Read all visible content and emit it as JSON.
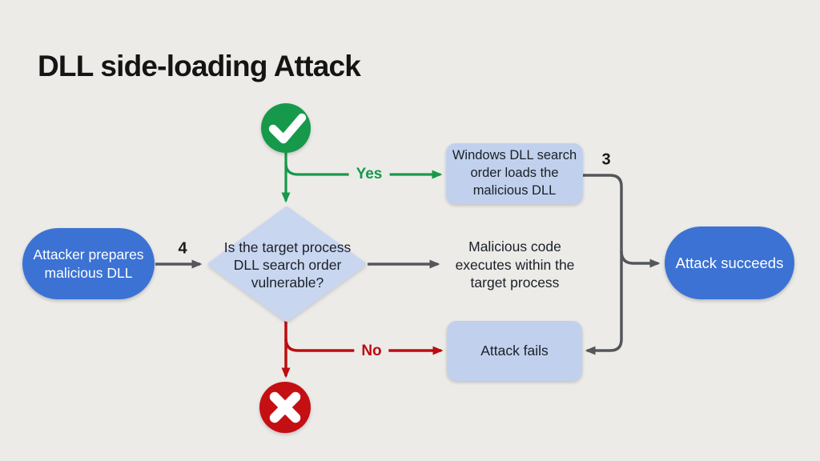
{
  "title": "DLL side-loading Attack",
  "colors": {
    "background": "#ECEBE8",
    "node_blue": "#3B72D4",
    "diamond_blue": "#C9D6F0",
    "box_blue": "#C1D1ED",
    "green": "#16994A",
    "red": "#BE0C10",
    "red_badge": "#C40F13",
    "gray_line": "#55565A",
    "ink": "#1B1F27",
    "white_text": "#FFFFFF"
  },
  "nodes": {
    "attacker": {
      "label": "Attacker prepares malicious DLL"
    },
    "decision": {
      "label": "Is the target process DLL search order vulnerable?"
    },
    "windows_loads": {
      "label": "Windows DLL search order loads the malicious DLL"
    },
    "malicious_code": {
      "label": "Malicious code executes within the target process"
    },
    "attack_fails": {
      "label": "Attack fails"
    },
    "attack_succeeds": {
      "label": "Attack succeeds"
    }
  },
  "edges": {
    "yes_label": "Yes",
    "no_label": "No",
    "step_from_attacker": "4",
    "step_from_windows": "3"
  },
  "icons": {
    "success_check": "check-in-green-circle",
    "failure_x": "x-in-red-circle"
  }
}
